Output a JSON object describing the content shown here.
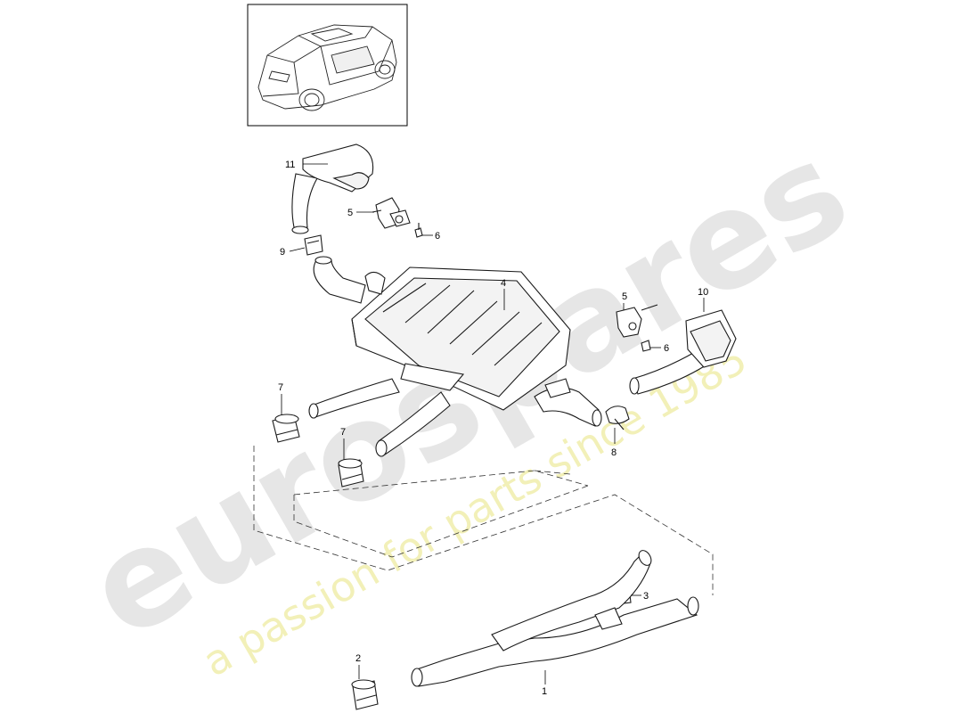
{
  "watermark": {
    "brand": "eurospares",
    "tagline": "a passion for parts since 1985"
  },
  "callouts": {
    "p1": "1",
    "p2": "2",
    "p3": "3",
    "p4": "4",
    "p5a": "5",
    "p5b": "5",
    "p6a": "6",
    "p6b": "6",
    "p7a": "7",
    "p7b": "7",
    "p8": "8",
    "p9": "9",
    "p10": "10",
    "p11": "11"
  }
}
